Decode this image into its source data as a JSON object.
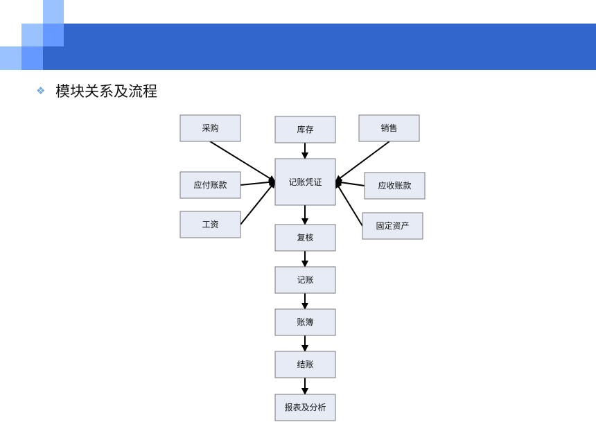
{
  "slide": {
    "bullet_icon": "diamond-cluster-icon",
    "heading": "模块关系及流程",
    "colors": {
      "banner": "#3366cc",
      "light_square": "#99c2ff",
      "mid_square": "#6699ff",
      "node_fill": "#e6ebf5"
    }
  },
  "diagram": {
    "nodes": [
      {
        "id": "procurement",
        "label": "采购"
      },
      {
        "id": "inventory",
        "label": "库存"
      },
      {
        "id": "sales",
        "label": "销售"
      },
      {
        "id": "accounts-payable",
        "label": "应付账款"
      },
      {
        "id": "voucher-entry",
        "label": "记账凭证"
      },
      {
        "id": "accounts-receivable",
        "label": "应收账款"
      },
      {
        "id": "payroll",
        "label": "工资"
      },
      {
        "id": "fixed-assets",
        "label": "固定资产"
      },
      {
        "id": "review",
        "label": "复核"
      },
      {
        "id": "posting",
        "label": "记账"
      },
      {
        "id": "ledger",
        "label": "账簿"
      },
      {
        "id": "closing",
        "label": "结账"
      },
      {
        "id": "reports",
        "label": "报表及分析"
      }
    ],
    "edges": [
      {
        "from": "procurement",
        "to": "voucher-entry"
      },
      {
        "from": "inventory",
        "to": "voucher-entry"
      },
      {
        "from": "sales",
        "to": "voucher-entry"
      },
      {
        "from": "accounts-payable",
        "to": "voucher-entry"
      },
      {
        "from": "accounts-receivable",
        "to": "voucher-entry"
      },
      {
        "from": "payroll",
        "to": "voucher-entry"
      },
      {
        "from": "fixed-assets",
        "to": "voucher-entry"
      },
      {
        "from": "voucher-entry",
        "to": "review"
      },
      {
        "from": "review",
        "to": "posting"
      },
      {
        "from": "posting",
        "to": "ledger"
      },
      {
        "from": "ledger",
        "to": "closing"
      },
      {
        "from": "closing",
        "to": "reports"
      }
    ]
  }
}
